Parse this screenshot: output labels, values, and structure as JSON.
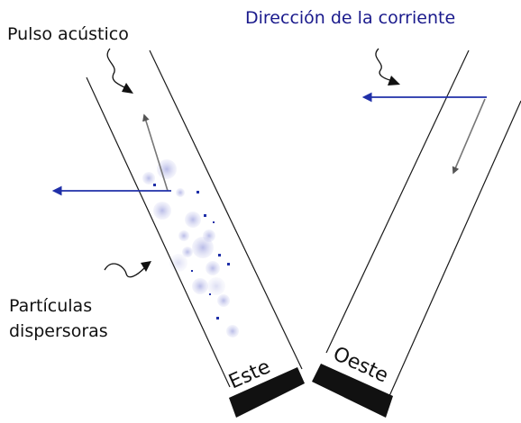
{
  "labels": {
    "acoustic_pulse": "Pulso acústico",
    "current_direction": "Dirección de la corriente",
    "scattering_particles_line1": "Partículas",
    "scattering_particles_line2": "dispersoras",
    "east_transducer": "Este",
    "west_transducer": "Oeste"
  },
  "colors": {
    "text": "#111111",
    "current_label": "#1a1a8c",
    "current_arrow": "#1f2fa8",
    "beam_outline": "#1a1a1a",
    "transducer": "#111111",
    "particles": "#6f74c9",
    "component_arrow": "#777777"
  }
}
